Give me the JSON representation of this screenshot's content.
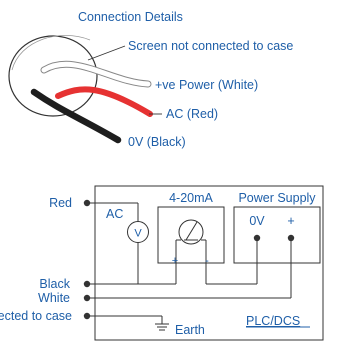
{
  "title": "Connection Details",
  "cable": {
    "screen_label": "Screen not connected to case",
    "white_label": "+ve Power (White)",
    "red_label": "AC (Red)",
    "black_label": "0V (Black)"
  },
  "terminals": {
    "red": "Red",
    "black": "Black",
    "white": "White",
    "screen": "Screen not connected to case"
  },
  "plc": {
    "ac_label": "AC",
    "v_symbol": "V",
    "current_label": "4-20mA",
    "power_supply_label": "Power Supply",
    "zero_v": "0V",
    "plus": "+",
    "current_plus": "+",
    "current_minus": "-",
    "earth_label": "Earth",
    "plc_label": "PLC/DCS"
  },
  "colors": {
    "text": "#1f5fa8",
    "line": "#333333",
    "red_wire": "#e63232",
    "black_wire": "#1e1e1e",
    "white_wire": "#ffffff"
  }
}
